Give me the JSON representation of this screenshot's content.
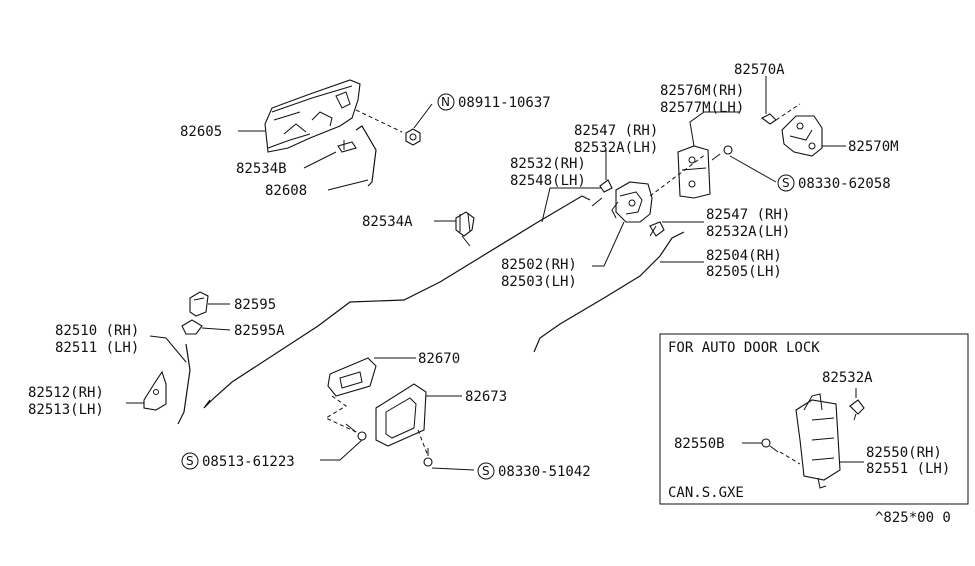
{
  "labels": {
    "p82605": "82605",
    "p82534B": "82534B",
    "p82608": "82608",
    "nut_code": "08911-10637",
    "nut_symbol": "N",
    "p82534A": "82534A",
    "p82532_rh": "82532(RH)",
    "p82548_lh": "82548(LH)",
    "p82547_rh_top": "82547 (RH)",
    "p82532A_lh_top": "82532A(LH)",
    "p82576M_rh": "82576M(RH)",
    "p82577M_lh": "82577M(LH)",
    "p82570A": "82570A",
    "p82570M": "82570M",
    "screw_08330_62058": "08330-62058",
    "screw_symbol": "S",
    "p82547_rh_mid": "82547 (RH)",
    "p82532A_lh_mid": "82532A(LH)",
    "p82502_rh": "82502(RH)",
    "p82503_lh": "82503(LH)",
    "p82504_rh": "82504(RH)",
    "p82505_lh": "82505(LH)",
    "p82595": "82595",
    "p82595A": "82595A",
    "p82510_rh": "82510 (RH)",
    "p82511_lh": "82511 (LH)",
    "p82512_rh": "82512(RH)",
    "p82513_lh": "82513(LH)",
    "p82670": "82670",
    "p82673": "82673",
    "screw_08513_61223": "08513-61223",
    "screw_08330_51042": "08330-51042",
    "auto_box_title": "FOR AUTO DOOR LOCK",
    "auto_82532A": "82532A",
    "auto_82550B": "82550B",
    "auto_82550_rh": "82550(RH)",
    "auto_82551_lh": "82551 (LH)",
    "auto_box_footer": "CAN.S.GXE",
    "page_code": "^825*00 0"
  }
}
